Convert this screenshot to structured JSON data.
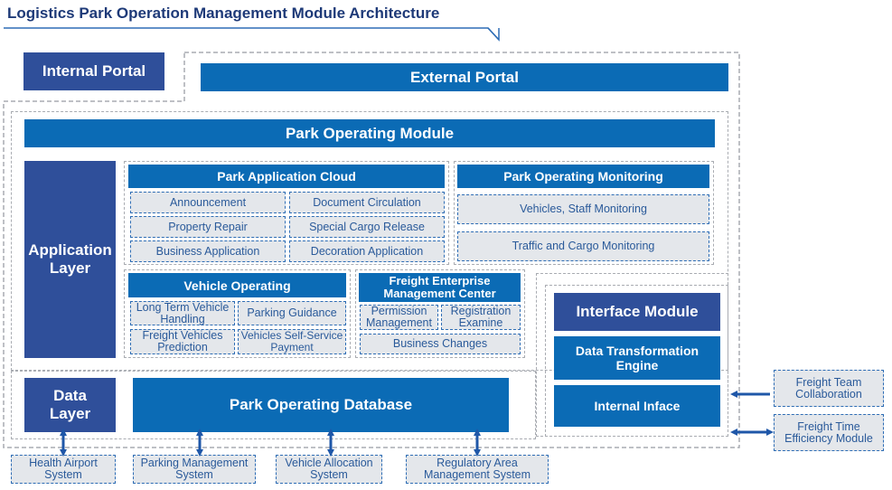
{
  "title": "Logistics Park Operation Management Module Architecture",
  "internal_portal": "Internal Portal",
  "external_portal": "External Portal",
  "park_operating_module": "Park Operating Module",
  "application_layer": "Application Layer",
  "park_application_cloud": {
    "header": "Park Application Cloud",
    "items": [
      "Announcement",
      "Document Circulation",
      "Property Repair",
      "Special Cargo Release",
      "Business Application",
      "Decoration Application"
    ]
  },
  "park_operating_monitoring": {
    "header": "Park Operating Monitoring",
    "items": [
      "Vehicles, Staff Monitoring",
      "Traffic and Cargo Monitoring"
    ]
  },
  "vehicle_operating": {
    "header": "Vehicle Operating",
    "items": [
      "Long Term Vehicle Handling",
      "Parking Guidance",
      "Freight Vehicles Prediction",
      "Vehicles Self-Service Payment"
    ]
  },
  "freight_enterprise": {
    "header": "Freight Enterprise Management Center",
    "items": [
      "Permission Management",
      "Registration Examine",
      "Business Changes"
    ]
  },
  "interface_module": {
    "header": "Interface Module",
    "engine": "Data Transformation Engine",
    "internal": "Internal Inface"
  },
  "data_layer": "Data Layer",
  "park_operating_database": "Park Operating Database",
  "right_systems": [
    "Freight Team Collaboration",
    "Freight Time Efficiency Module"
  ],
  "bottom_systems": [
    "Health Airport System",
    "Parking Management System",
    "Vehicle Allocation System",
    "Regulatory Area Management System"
  ],
  "colors": {
    "blue": "#0b6bb5",
    "navy": "#2f4f9a",
    "cell_bg": "#e4e7eb",
    "dash_blue": "#2e6db5",
    "dash_gray": "#a9acb2"
  }
}
